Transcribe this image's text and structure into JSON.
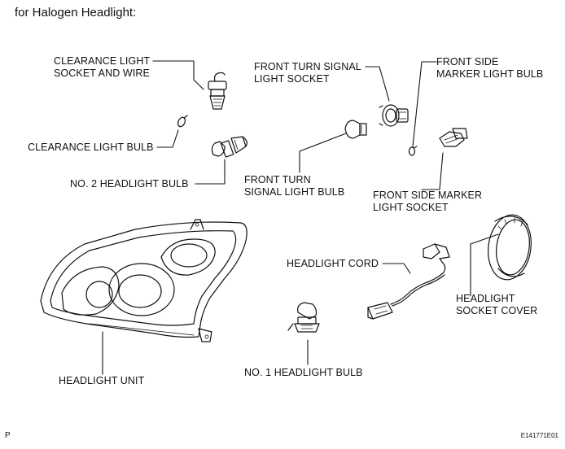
{
  "title": "for Halogen Headlight:",
  "labels": {
    "clearance_socket": "CLEARANCE LIGHT\nSOCKET AND WIRE",
    "clearance_bulb": "CLEARANCE LIGHT BULB",
    "no2_bulb": "NO. 2 HEADLIGHT BULB",
    "turn_socket": "FRONT TURN SIGNAL\nLIGHT SOCKET",
    "turn_bulb": "FRONT TURN\nSIGNAL LIGHT BULB",
    "side_marker_bulb": "FRONT SIDE\nMARKER LIGHT BULB",
    "side_marker_socket": "FRONT SIDE MARKER\nLIGHT SOCKET",
    "headlight_cord": "HEADLIGHT CORD",
    "socket_cover": "HEADLIGHT\nSOCKET COVER",
    "headlight_unit": "HEADLIGHT UNIT",
    "no1_bulb": "NO. 1 HEADLIGHT BULB"
  },
  "corner": {
    "left": "P",
    "right": "E141771E01"
  }
}
